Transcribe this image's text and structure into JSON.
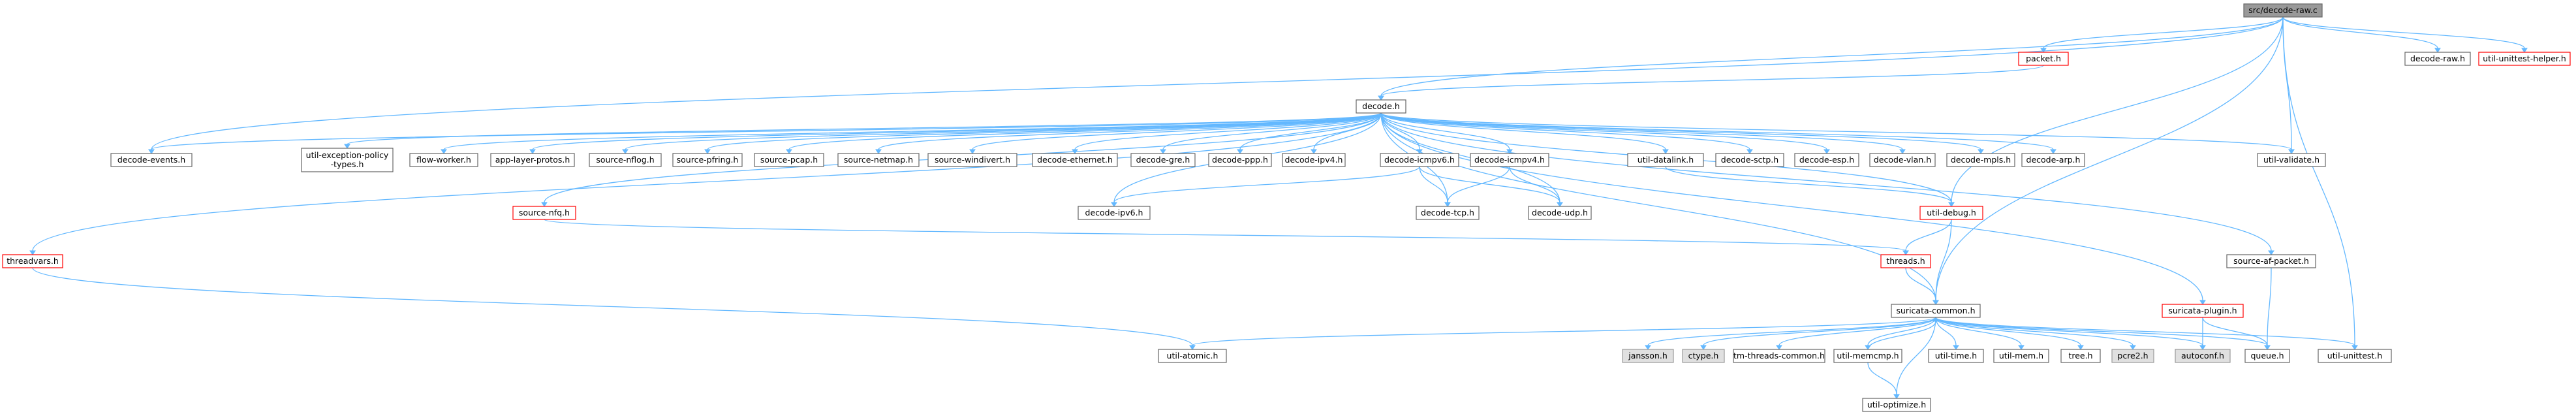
{
  "colors": {
    "edge": "#63b8ff",
    "normal_fill": "#ffffff",
    "normal_border": "#666666",
    "root_fill": "#999999",
    "root_border": "#666666",
    "missing_fill": "#e0e0e0",
    "missing_border": "#999999",
    "truncated_fill": "#ffffff",
    "truncated_border": "#ff0000",
    "text": "#000000"
  },
  "nodes": [
    {
      "id": "root",
      "label": "src/decode-raw.c",
      "kind": "root"
    },
    {
      "id": "decode",
      "label": "decode.h",
      "kind": "normal"
    },
    {
      "id": "packet",
      "label": "packet.h",
      "kind": "truncated"
    },
    {
      "id": "decraw",
      "label": "decode-raw.h",
      "kind": "normal"
    },
    {
      "id": "utest_helper",
      "label": "util-unittest-helper.h",
      "kind": "truncated"
    },
    {
      "id": "dec_events",
      "label": "decode-events.h",
      "kind": "normal"
    },
    {
      "id": "exc_policy",
      "label": "util-exception-policy\n-types.h",
      "kind": "normal"
    },
    {
      "id": "flow_worker",
      "label": "flow-worker.h",
      "kind": "normal"
    },
    {
      "id": "app_layer",
      "label": "app-layer-protos.h",
      "kind": "normal"
    },
    {
      "id": "nflog",
      "label": "source-nflog.h",
      "kind": "normal"
    },
    {
      "id": "pfring",
      "label": "source-pfring.h",
      "kind": "normal"
    },
    {
      "id": "pcap",
      "label": "source-pcap.h",
      "kind": "normal"
    },
    {
      "id": "netmap",
      "label": "source-netmap.h",
      "kind": "normal"
    },
    {
      "id": "windivert",
      "label": "source-windivert.h",
      "kind": "normal"
    },
    {
      "id": "ethernet",
      "label": "decode-ethernet.h",
      "kind": "normal"
    },
    {
      "id": "gre",
      "label": "decode-gre.h",
      "kind": "normal"
    },
    {
      "id": "ppp",
      "label": "decode-ppp.h",
      "kind": "normal"
    },
    {
      "id": "ipv4",
      "label": "decode-ipv4.h",
      "kind": "normal"
    },
    {
      "id": "icmpv6",
      "label": "decode-icmpv6.h",
      "kind": "normal"
    },
    {
      "id": "icmpv4",
      "label": "decode-icmpv4.h",
      "kind": "normal"
    },
    {
      "id": "datalink",
      "label": "util-datalink.h",
      "kind": "normal"
    },
    {
      "id": "sctp",
      "label": "decode-sctp.h",
      "kind": "normal"
    },
    {
      "id": "esp",
      "label": "decode-esp.h",
      "kind": "normal"
    },
    {
      "id": "vlan",
      "label": "decode-vlan.h",
      "kind": "normal"
    },
    {
      "id": "mpls",
      "label": "decode-mpls.h",
      "kind": "normal"
    },
    {
      "id": "arp",
      "label": "decode-arp.h",
      "kind": "normal"
    },
    {
      "id": "validate",
      "label": "util-validate.h",
      "kind": "normal"
    },
    {
      "id": "ipv6",
      "label": "decode-ipv6.h",
      "kind": "normal"
    },
    {
      "id": "nfq",
      "label": "source-nfq.h",
      "kind": "truncated"
    },
    {
      "id": "tcp",
      "label": "decode-tcp.h",
      "kind": "normal"
    },
    {
      "id": "udp",
      "label": "decode-udp.h",
      "kind": "normal"
    },
    {
      "id": "debug",
      "label": "util-debug.h",
      "kind": "truncated"
    },
    {
      "id": "threadvars",
      "label": "threadvars.h",
      "kind": "truncated"
    },
    {
      "id": "threads",
      "label": "threads.h",
      "kind": "truncated"
    },
    {
      "id": "afpacket",
      "label": "source-af-packet.h",
      "kind": "normal"
    },
    {
      "id": "suricata_common",
      "label": "suricata-common.h",
      "kind": "normal"
    },
    {
      "id": "plugin",
      "label": "suricata-plugin.h",
      "kind": "truncated"
    },
    {
      "id": "atomic",
      "label": "util-atomic.h",
      "kind": "normal"
    },
    {
      "id": "jansson",
      "label": "jansson.h",
      "kind": "missing"
    },
    {
      "id": "ctype",
      "label": "ctype.h",
      "kind": "missing"
    },
    {
      "id": "tm_threads",
      "label": "tm-threads-common.h",
      "kind": "normal"
    },
    {
      "id": "memcmp",
      "label": "util-memcmp.h",
      "kind": "normal"
    },
    {
      "id": "time",
      "label": "util-time.h",
      "kind": "normal"
    },
    {
      "id": "mem",
      "label": "util-mem.h",
      "kind": "normal"
    },
    {
      "id": "tree",
      "label": "tree.h",
      "kind": "normal"
    },
    {
      "id": "pcre2",
      "label": "pcre2.h",
      "kind": "missing"
    },
    {
      "id": "autoconf",
      "label": "autoconf.h",
      "kind": "missing"
    },
    {
      "id": "queue",
      "label": "queue.h",
      "kind": "normal"
    },
    {
      "id": "unittest",
      "label": "util-unittest.h",
      "kind": "normal"
    },
    {
      "id": "optimize",
      "label": "util-optimize.h",
      "kind": "normal"
    }
  ],
  "edges": [
    [
      "root",
      "decode"
    ],
    [
      "root",
      "packet"
    ],
    [
      "root",
      "decraw"
    ],
    [
      "root",
      "utest_helper"
    ],
    [
      "root",
      "dec_events"
    ],
    [
      "root",
      "validate"
    ],
    [
      "root",
      "debug"
    ],
    [
      "root",
      "unittest"
    ],
    [
      "root",
      "suricata_common"
    ],
    [
      "packet",
      "decode"
    ],
    [
      "decode",
      "dec_events"
    ],
    [
      "decode",
      "exc_policy"
    ],
    [
      "decode",
      "flow_worker"
    ],
    [
      "decode",
      "app_layer"
    ],
    [
      "decode",
      "nflog"
    ],
    [
      "decode",
      "pfring"
    ],
    [
      "decode",
      "pcap"
    ],
    [
      "decode",
      "netmap"
    ],
    [
      "decode",
      "windivert"
    ],
    [
      "decode",
      "ethernet"
    ],
    [
      "decode",
      "gre"
    ],
    [
      "decode",
      "ppp"
    ],
    [
      "decode",
      "ipv4"
    ],
    [
      "decode",
      "icmpv6"
    ],
    [
      "decode",
      "icmpv4"
    ],
    [
      "decode",
      "datalink"
    ],
    [
      "decode",
      "sctp"
    ],
    [
      "decode",
      "esp"
    ],
    [
      "decode",
      "vlan"
    ],
    [
      "decode",
      "mpls"
    ],
    [
      "decode",
      "arp"
    ],
    [
      "decode",
      "validate"
    ],
    [
      "decode",
      "ipv6"
    ],
    [
      "decode",
      "nfq"
    ],
    [
      "decode",
      "tcp"
    ],
    [
      "decode",
      "udp"
    ],
    [
      "decode",
      "debug"
    ],
    [
      "decode",
      "threadvars"
    ],
    [
      "decode",
      "afpacket"
    ],
    [
      "decode",
      "suricata_common"
    ],
    [
      "decode",
      "plugin"
    ],
    [
      "icmpv6",
      "ipv6"
    ],
    [
      "icmpv6",
      "tcp"
    ],
    [
      "icmpv6",
      "udp"
    ],
    [
      "icmpv4",
      "tcp"
    ],
    [
      "icmpv4",
      "udp"
    ],
    [
      "datalink",
      "debug"
    ],
    [
      "nfq",
      "threads"
    ],
    [
      "debug",
      "threads"
    ],
    [
      "debug",
      "suricata_common"
    ],
    [
      "threads",
      "suricata_common"
    ],
    [
      "threadvars",
      "atomic"
    ],
    [
      "afpacket",
      "queue"
    ],
    [
      "plugin",
      "autoconf"
    ],
    [
      "plugin",
      "queue"
    ],
    [
      "suricata_common",
      "atomic"
    ],
    [
      "suricata_common",
      "jansson"
    ],
    [
      "suricata_common",
      "ctype"
    ],
    [
      "suricata_common",
      "tm_threads"
    ],
    [
      "suricata_common",
      "memcmp"
    ],
    [
      "suricata_common",
      "optimize"
    ],
    [
      "suricata_common",
      "time"
    ],
    [
      "suricata_common",
      "mem"
    ],
    [
      "suricata_common",
      "tree"
    ],
    [
      "suricata_common",
      "pcre2"
    ],
    [
      "suricata_common",
      "autoconf"
    ],
    [
      "suricata_common",
      "queue"
    ],
    [
      "suricata_common",
      "unittest"
    ],
    [
      "memcmp",
      "suricata_common"
    ],
    [
      "memcmp",
      "optimize"
    ]
  ]
}
